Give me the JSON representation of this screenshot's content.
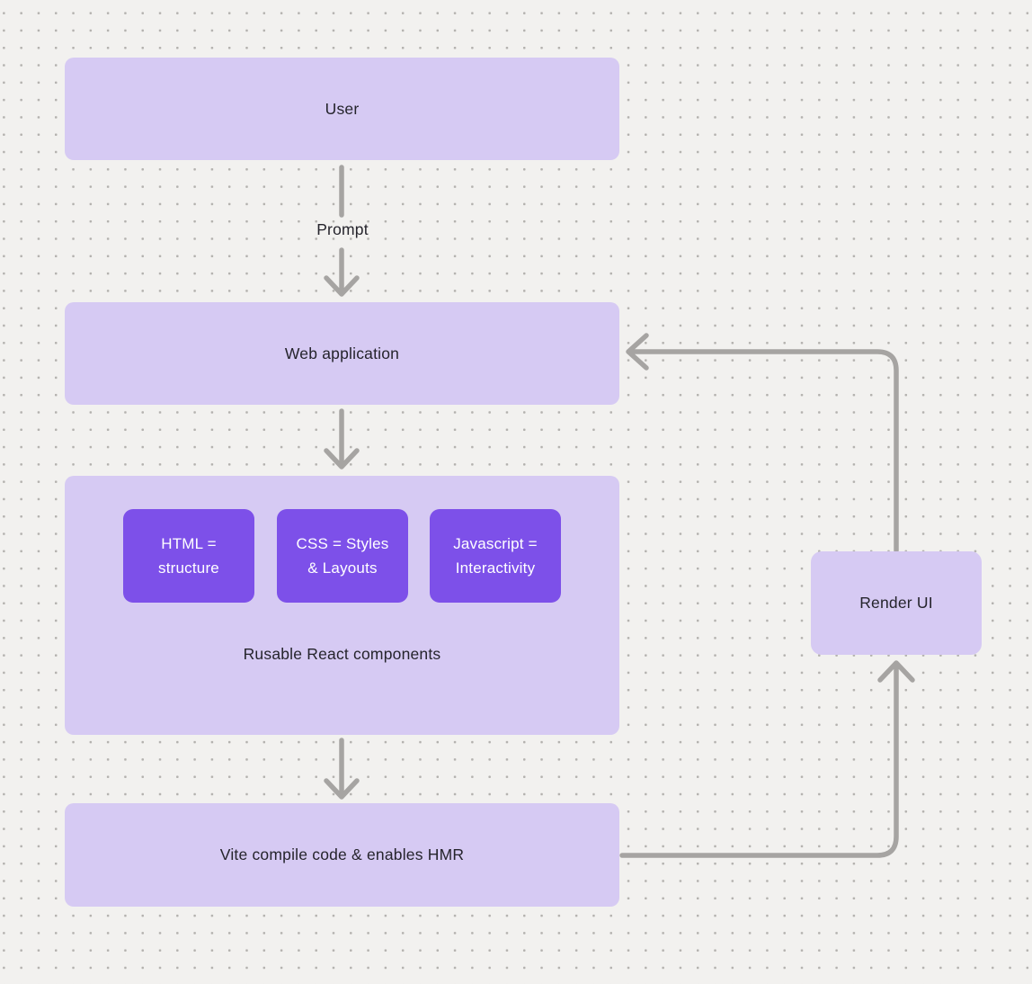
{
  "diagram": {
    "nodes": {
      "user": "User",
      "web_application": "Web application",
      "components": {
        "html": "HTML =\nstructure",
        "css": "CSS = Styles\n& Layouts",
        "javascript": "Javascript =\nInteractivity",
        "caption": "Rusable React components"
      },
      "vite": "Vite compile code & enables HMR",
      "render_ui": "Render UI"
    },
    "edges": {
      "prompt_label": "Prompt"
    },
    "colors": {
      "background": "#f2f1ef",
      "dot": "#b3b1ae",
      "node_fill": "#d6caf3",
      "chip_fill": "#7d50e9",
      "connector": "#a6a4a2",
      "text_dark": "#25242c",
      "text_light": "#ffffff"
    }
  }
}
